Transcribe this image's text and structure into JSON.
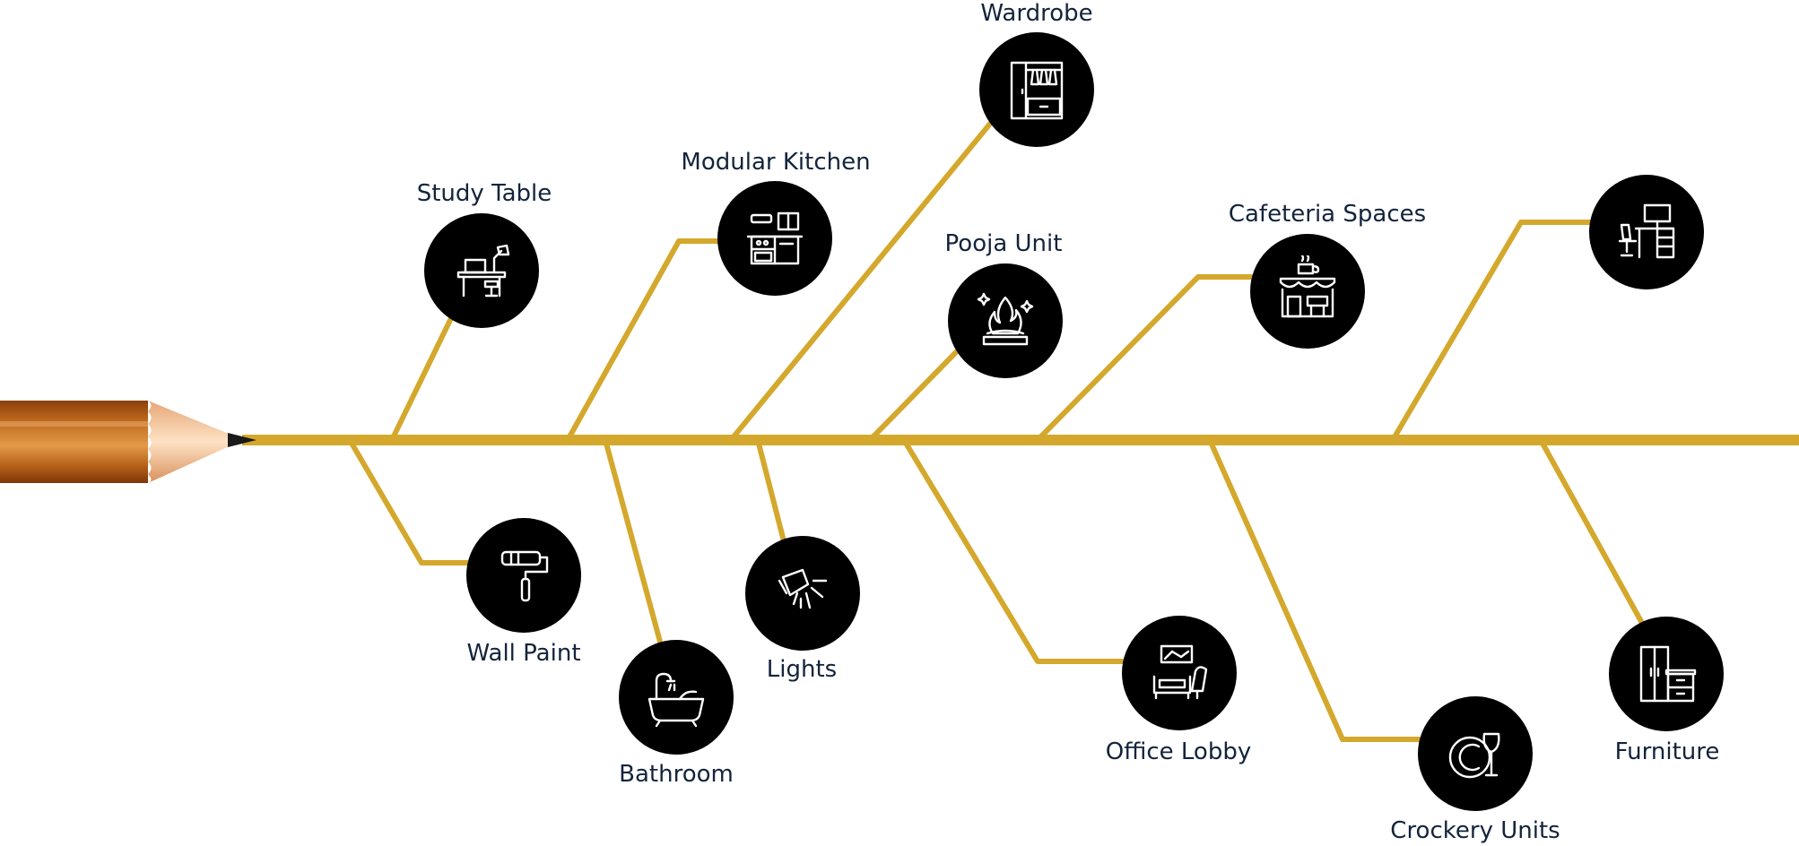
{
  "colors": {
    "line": "#d4a82c",
    "node": "#000000",
    "label": "#13243b",
    "pencil_wood": "#b9661d",
    "pencil_tip": "#f6c69a"
  },
  "services": [
    {
      "id": "study-table",
      "label": "Study Table",
      "icon": "study-desk-icon"
    },
    {
      "id": "wall-paint",
      "label": "Wall Paint",
      "icon": "paint-roller-icon"
    },
    {
      "id": "modular-kitchen",
      "label": "Modular Kitchen",
      "icon": "kitchen-icon"
    },
    {
      "id": "bathroom",
      "label": "Bathroom",
      "icon": "bathtub-icon"
    },
    {
      "id": "wardrobe",
      "label": "Wardrobe",
      "icon": "wardrobe-icon"
    },
    {
      "id": "lights",
      "label": "Lights",
      "icon": "spotlight-icon"
    },
    {
      "id": "pooja-unit",
      "label": "Pooja Unit",
      "icon": "pooja-fire-icon"
    },
    {
      "id": "office-lobby",
      "label": "Office Lobby",
      "icon": "lobby-sofa-icon"
    },
    {
      "id": "cafeteria-spaces",
      "label": "Cafeteria Spaces",
      "icon": "cafe-icon"
    },
    {
      "id": "crockery-units",
      "label": "Crockery Units",
      "icon": "plate-glass-icon"
    },
    {
      "id": "workstation",
      "label": "",
      "icon": "workstation-icon"
    },
    {
      "id": "furniture",
      "label": "Furniture",
      "icon": "cabinet-icon"
    }
  ]
}
